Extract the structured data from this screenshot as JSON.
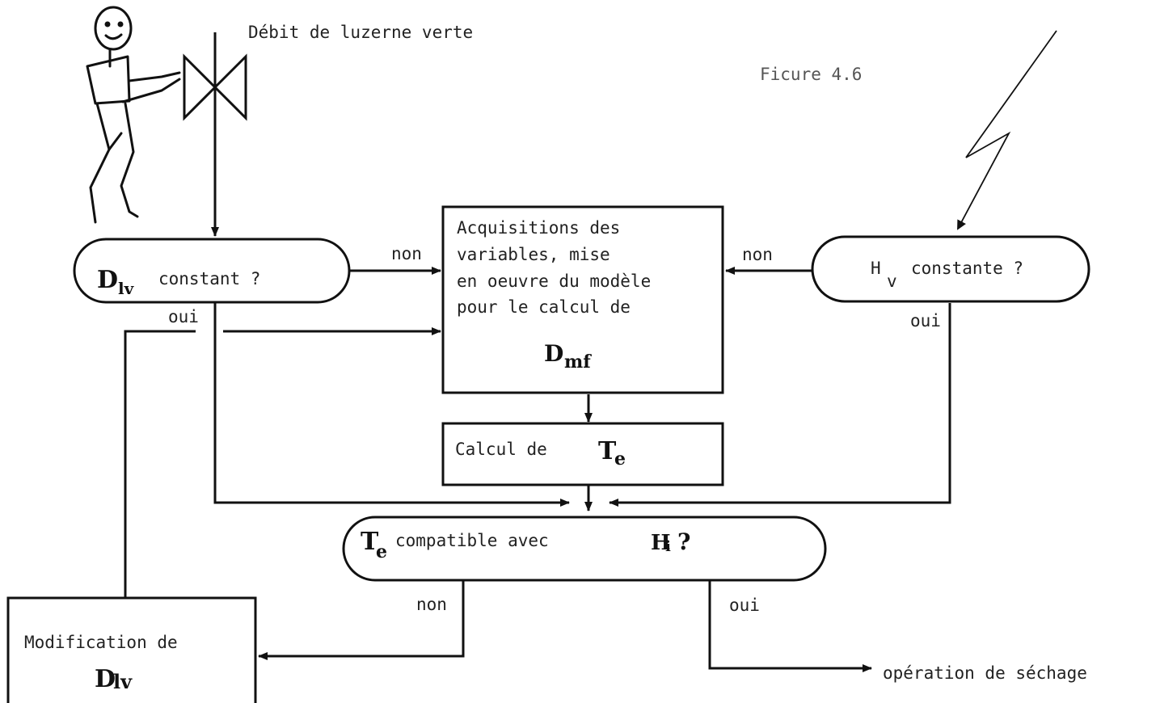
{
  "figure_label": "Ficure 4.6",
  "top_label": "Débit de luzerne verte",
  "nodes": {
    "dlv_constant": {
      "symbol": "D",
      "subscript": "lv",
      "text": "constant ?"
    },
    "hv_constante": {
      "symbol": "H",
      "subscript": "v",
      "text": "constante ?"
    },
    "acquisition": {
      "lines": [
        "Acquisitions des",
        "variables, mise",
        "en oeuvre du modèle",
        "pour le calcul de"
      ],
      "symbol": "D",
      "subscript": "mf"
    },
    "calcul_te": {
      "text": "Calcul de",
      "symbol": "T",
      "subscript": "e"
    },
    "te_compatible": {
      "symbol": "T",
      "subscript": "e",
      "text": "compatible avec",
      "hi": "H",
      "hi_sub": "i",
      "question": "?"
    },
    "modification": {
      "text": "Modification de",
      "symbol": "D",
      "subscript": "lv"
    }
  },
  "edge_labels": {
    "dlv_non": "non",
    "dlv_oui": "oui",
    "hv_non": "non",
    "hv_oui": "oui",
    "te_non": "non",
    "te_oui": "oui"
  },
  "output_label": "opération de séchage",
  "icons": [
    "operator-figure-icon",
    "valve-icon",
    "lightning-icon"
  ]
}
